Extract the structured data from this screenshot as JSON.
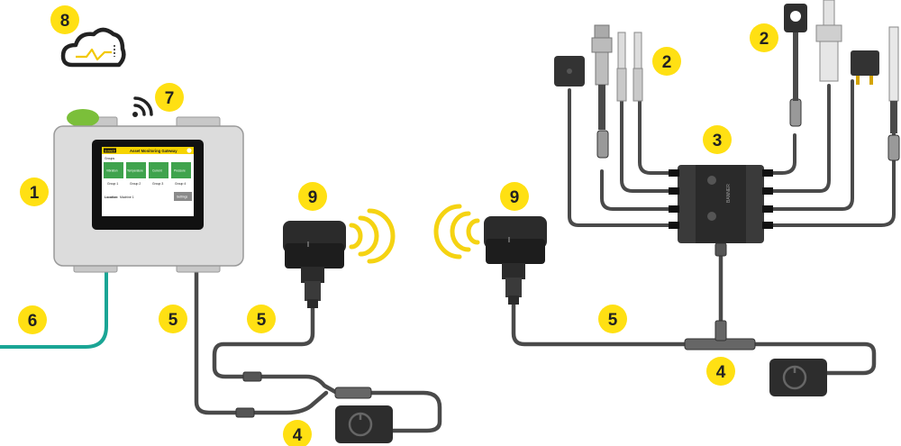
{
  "badges": {
    "controller": "1",
    "sensors_top": "2",
    "sensors_right": "2",
    "hub": "3",
    "power_left": "4",
    "power_right": "4",
    "cable_controller": "5",
    "cable_left_radio": "5",
    "cable_right_radio": "5",
    "ethernet": "6",
    "wifi": "7",
    "cloud": "8",
    "radio_left": "9",
    "radio_right": "9"
  },
  "screen": {
    "logo": "BANNER",
    "title": "Asset Monitoring Gateway",
    "groups_label": "Groups",
    "tiles": [
      "Vibration",
      "Temperature",
      "Current",
      "Pressure"
    ],
    "group_labels": [
      "Group 1",
      "Group 2",
      "Group 3",
      "Group 4"
    ],
    "location_label": "Location:",
    "location_value": "Machine 1",
    "settings_button": "Settings"
  },
  "hub": {
    "label": "BANNER"
  },
  "colors": {
    "badge": "#FFE013",
    "cable": "#4a4a4a",
    "ethernet": "#1aa595",
    "tile": "#3fa34d",
    "housing": "#dcdcdc",
    "signal": "#F5D312"
  }
}
